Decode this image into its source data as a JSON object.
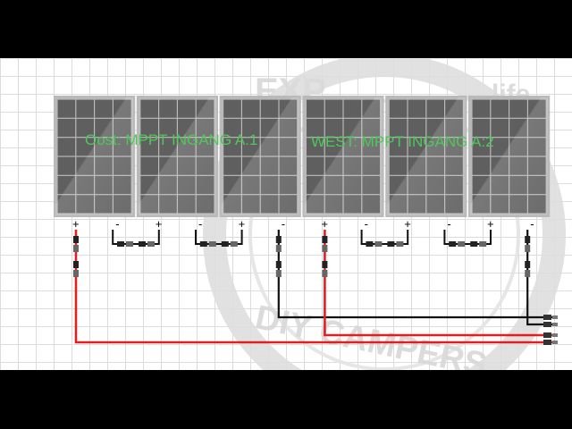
{
  "strings": [
    {
      "label": "Oost: MPPT INGANG A:1",
      "panels": 3
    },
    {
      "label": "WEST: MPPT INGANG A:2",
      "panels": 3
    }
  ],
  "polarity": {
    "plus": "+",
    "minus": "-"
  },
  "watermark": {
    "top": "EXP",
    "side": "life",
    "bottom": "DIY CAMPERS"
  },
  "colors": {
    "panel_cell": "#5f5f5f",
    "panel_frame": "#b9b9b9",
    "positive_wire": "#e02020",
    "negative_wire": "#111111",
    "label_text": "#4fc75a",
    "grid": "#dcdcdc"
  }
}
